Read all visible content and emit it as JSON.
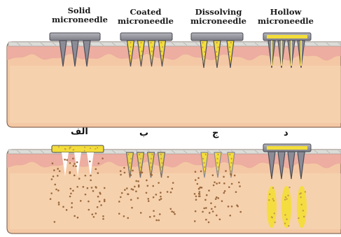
{
  "labels": {
    "solid": [
      "Solid",
      "microneedle"
    ],
    "coated": [
      "Coated",
      "microneedle"
    ],
    "dissolving": [
      "Dissolving",
      "microneedle"
    ],
    "hollow": [
      "Hollow",
      "microneedle"
    ]
  },
  "arabic_labels": {
    "a": "الف",
    "b": "ب",
    "c": "ج",
    "d": "د"
  },
  "colors": {
    "skin_outer": "#f4c8a4",
    "skin_inner": "#f8d8b4",
    "epidermis": "#eba8a0",
    "stratum": "#dcdcd8",
    "needle_grey": "#9a9aa4",
    "needle_dark": "#555560",
    "drug_yellow": "#f3dd3a",
    "drug_dot": "#c69a4e",
    "brown_dot": "#9c6a3e"
  }
}
